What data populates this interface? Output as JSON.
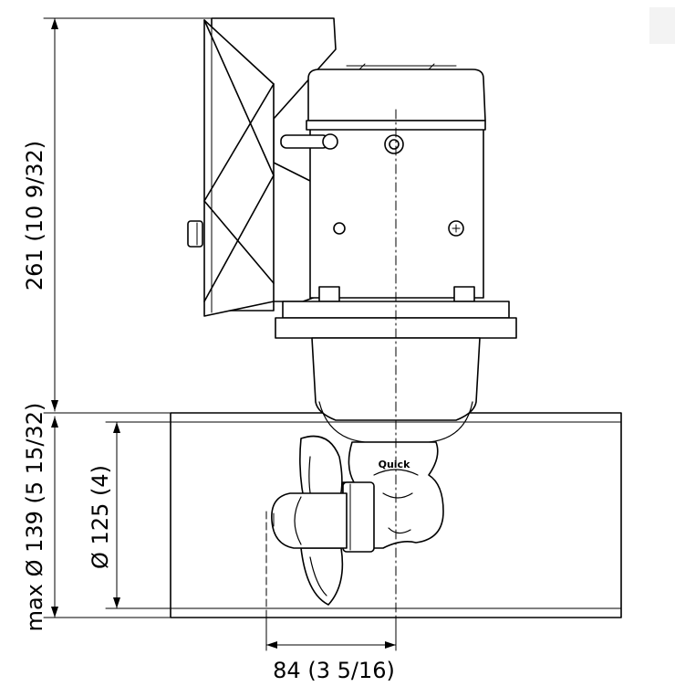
{
  "dimensions": {
    "height_total": "261 (10 9/32)",
    "max_diameter": "max Ø 139 (5 15/32)",
    "tunnel_diameter": "Ø 125 (4)",
    "prop_offset": "84 (3 5/16)"
  },
  "logo": {
    "text": "Quick"
  },
  "colors": {
    "line": "#000000",
    "background": "#ffffff",
    "tunnel_fill": "#ffffff"
  }
}
